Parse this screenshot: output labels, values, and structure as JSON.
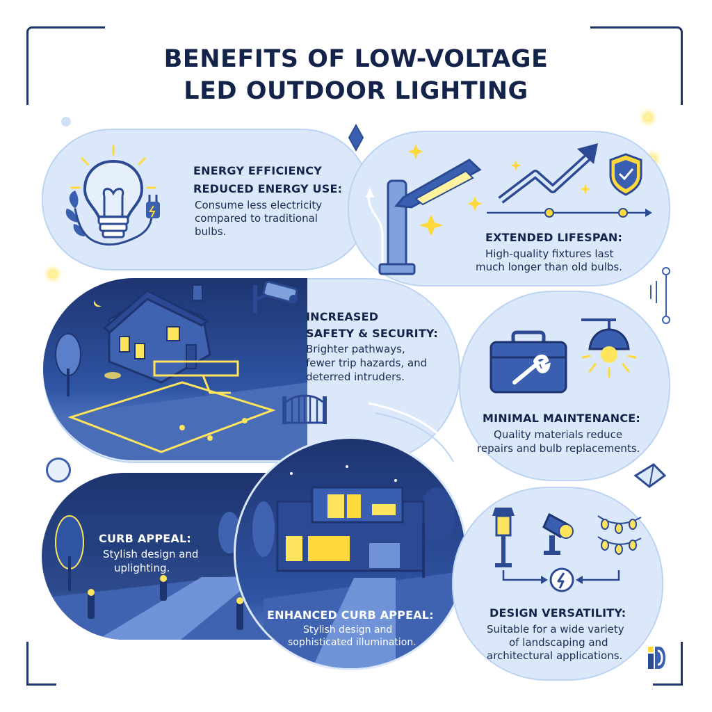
{
  "title": {
    "line1": "BENEFITS OF LOW-VOLTAGE",
    "line2": "LED OUTDOOR LIGHTING"
  },
  "energy": {
    "heading": "ENERGY EFFICIENCY",
    "subheading": "REDUCED ENERGY USE:",
    "body_line1": "Consume less electricity",
    "body_line2": "compared to traditional",
    "body_line3": "bulbs."
  },
  "lifespan": {
    "heading": "EXTENDED LIFESPAN:",
    "body_line1": "High-quality fixtures last",
    "body_line2": "much longer than old bulbs."
  },
  "safety": {
    "heading_line1": "INCREASED",
    "heading_line2": "SAFETY & SECURITY:",
    "body_line1": "Brighter pathways,",
    "body_line2": "fewer trip hazards, and",
    "body_line3": "deterred intruders."
  },
  "maintenance": {
    "heading": "MINIMAL MAINTENANCE:",
    "body_line1": "Quality materials reduce",
    "body_line2": "repairs and bulb replacements."
  },
  "curb": {
    "heading": "CURB APPEAL:",
    "body_line1": "Stylish design and",
    "body_line2": "uplighting."
  },
  "enhanced": {
    "heading": "ENHANCED CURB APPEAL:",
    "body_line1": "Stylish design and",
    "body_line2": "sophisticated illumination."
  },
  "versatility": {
    "heading": "DESIGN VERSATILITY:",
    "body_line1": "Suitable for a wide variety",
    "body_line2": "of landscaping and",
    "body_line3": "architectural applications."
  },
  "colors": {
    "navy": "#14234a",
    "panel": "#dbe8fa",
    "night": "#2c4a8c",
    "glow": "#ffe45e"
  }
}
